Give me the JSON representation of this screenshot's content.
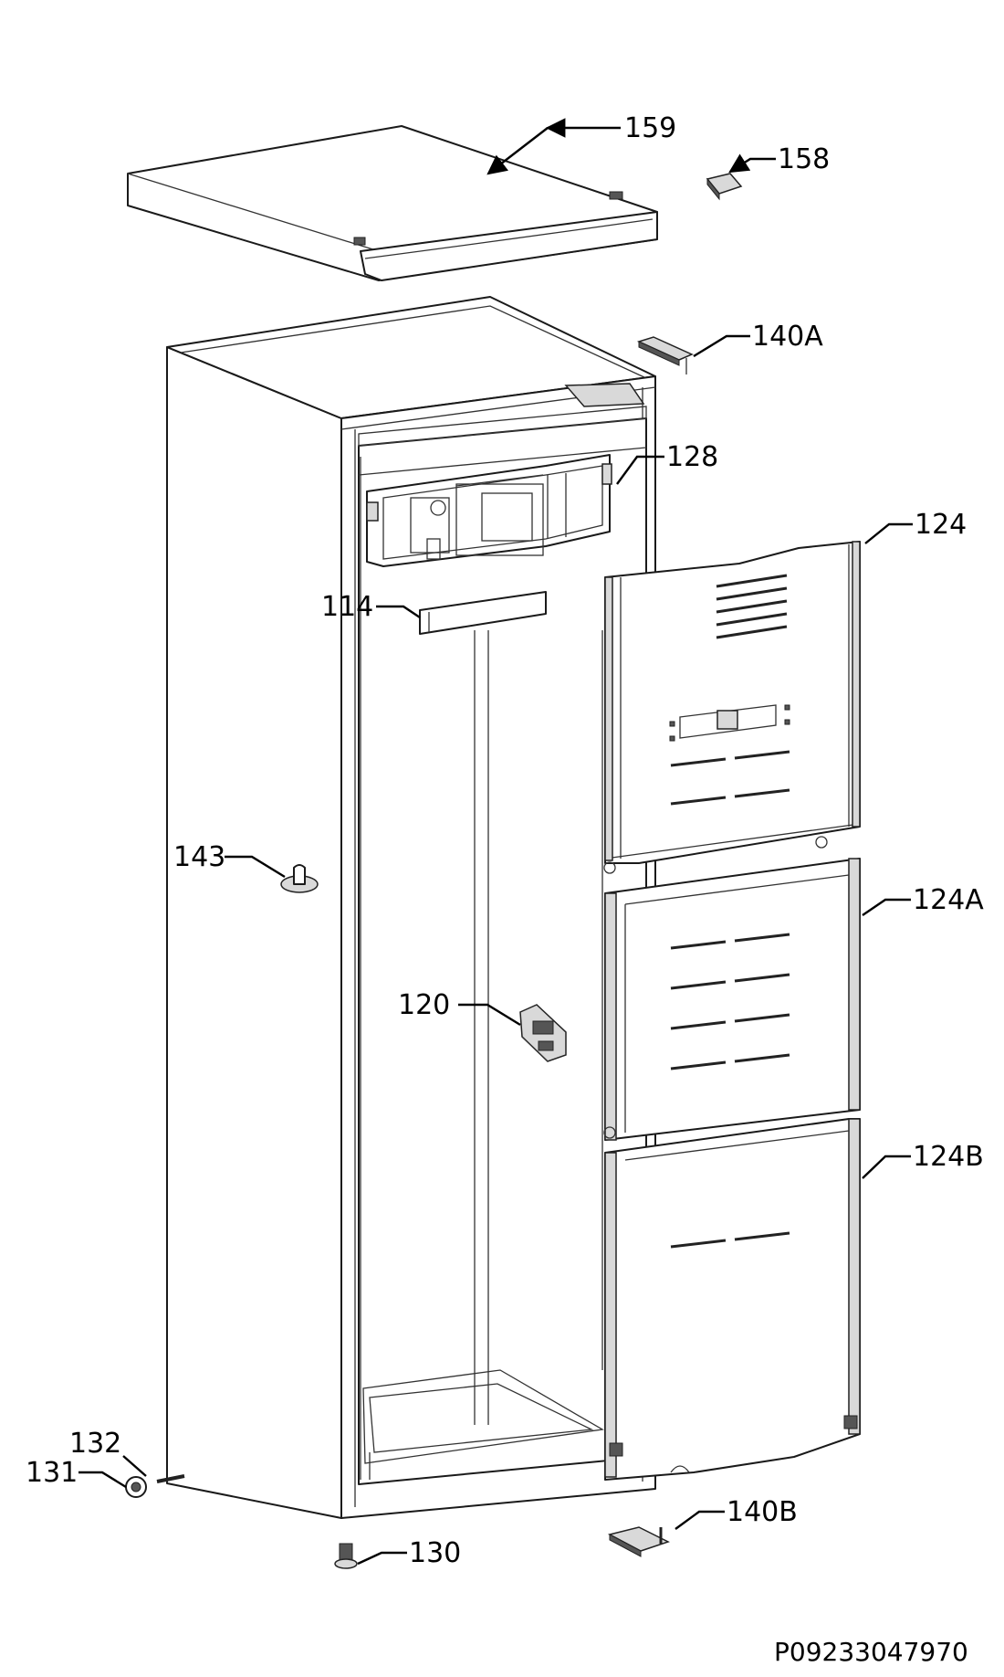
{
  "labels": {
    "p159": "159",
    "p158": "158",
    "p140A": "140A",
    "p128": "128",
    "p124": "124",
    "p114": "114",
    "p143": "143",
    "p124A": "124A",
    "p120": "120",
    "p124B": "124B",
    "p132": "132",
    "p131": "131",
    "p140B": "140B",
    "p130": "130"
  },
  "drawing_code": "P09233047970",
  "colors": {
    "line": "#000000",
    "background": "#ffffff",
    "shade": "#d9d9d9"
  }
}
